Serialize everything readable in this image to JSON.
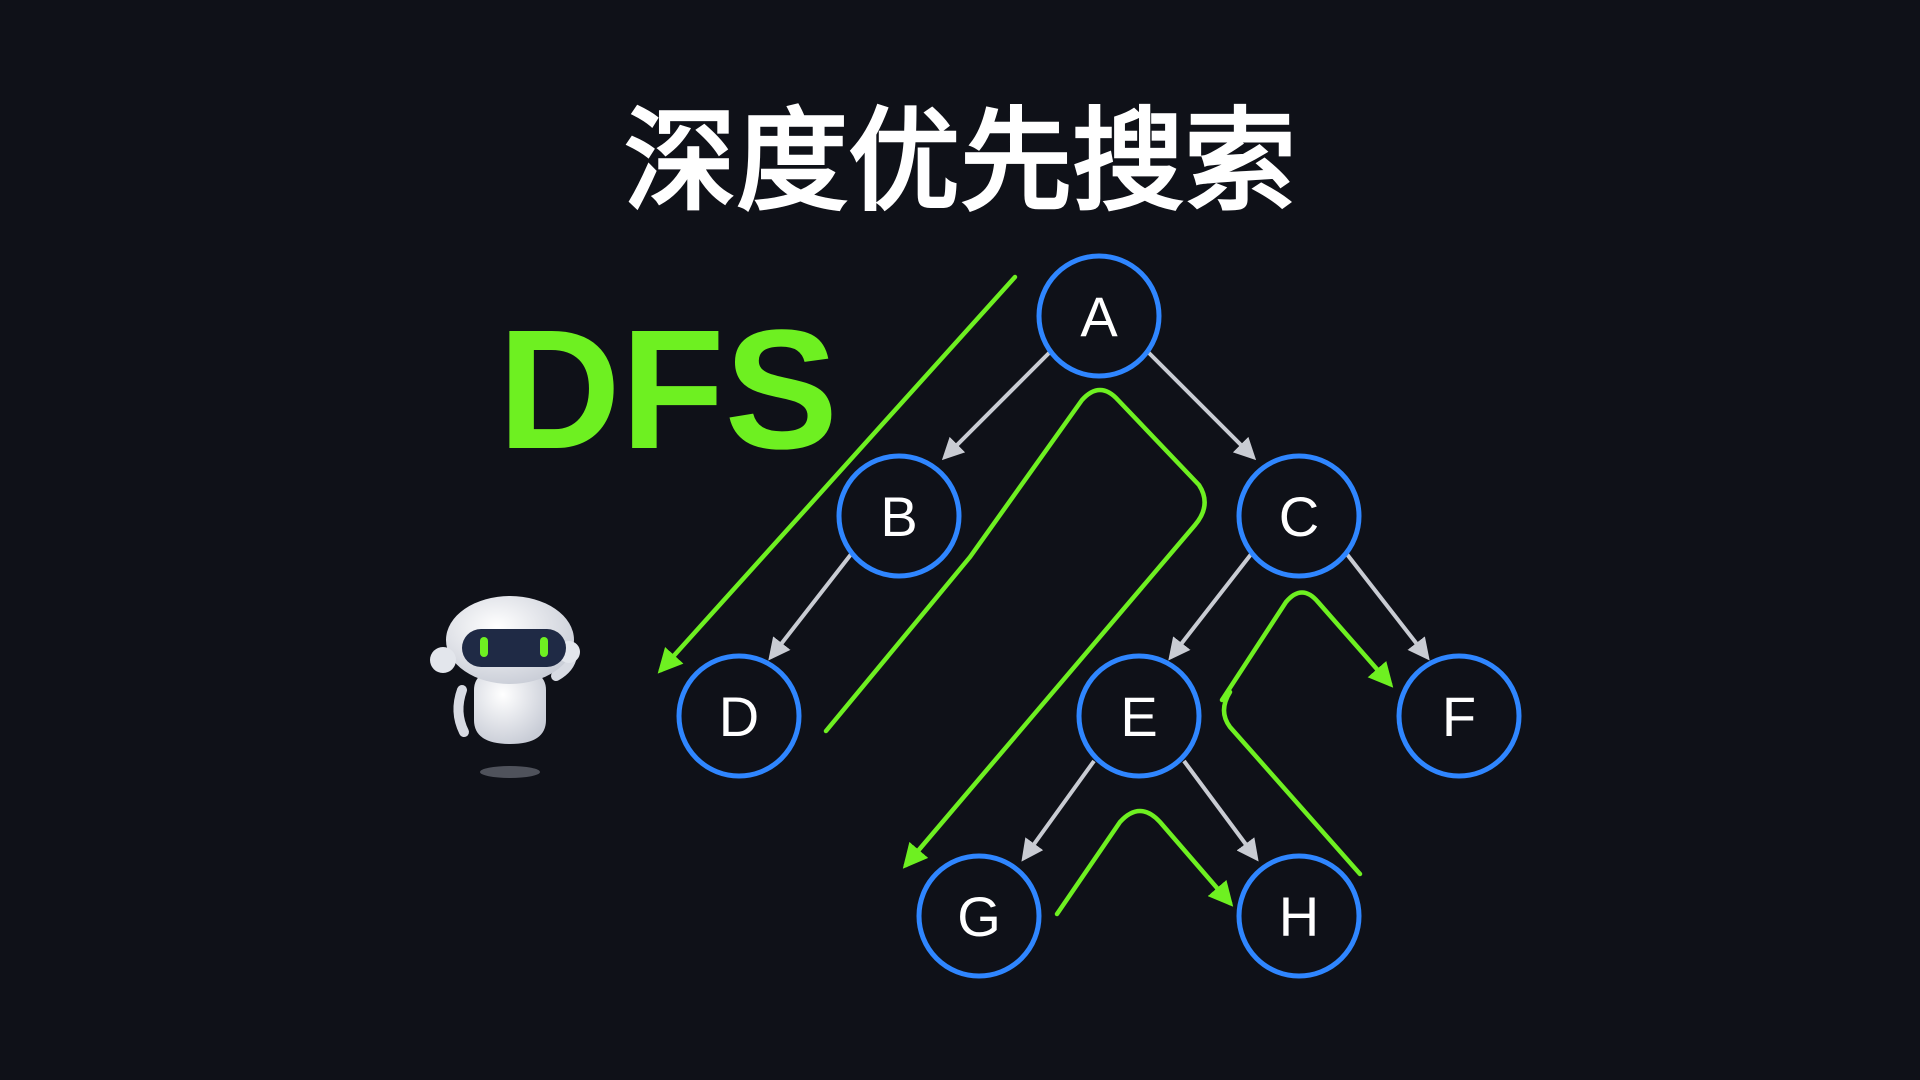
{
  "title": "深度优先搜索",
  "label": "DFS",
  "colors": {
    "background": "#0f1118",
    "title": "#ffffff",
    "accent_green": "#6ef021",
    "node_border": "#2f86ff",
    "node_fill": "#0f1118",
    "node_text": "#ffffff",
    "edge": "#c9ccd3"
  },
  "tree": {
    "nodes": [
      "A",
      "B",
      "C",
      "D",
      "E",
      "F",
      "G",
      "H"
    ],
    "edges": [
      [
        "A",
        "B"
      ],
      [
        "A",
        "C"
      ],
      [
        "B",
        "D"
      ],
      [
        "C",
        "E"
      ],
      [
        "C",
        "F"
      ],
      [
        "E",
        "G"
      ],
      [
        "E",
        "H"
      ]
    ]
  },
  "traversal_order": [
    "A",
    "B",
    "D",
    "C",
    "E",
    "G",
    "H",
    "F"
  ],
  "mascot": {
    "icon": "robot-icon"
  }
}
